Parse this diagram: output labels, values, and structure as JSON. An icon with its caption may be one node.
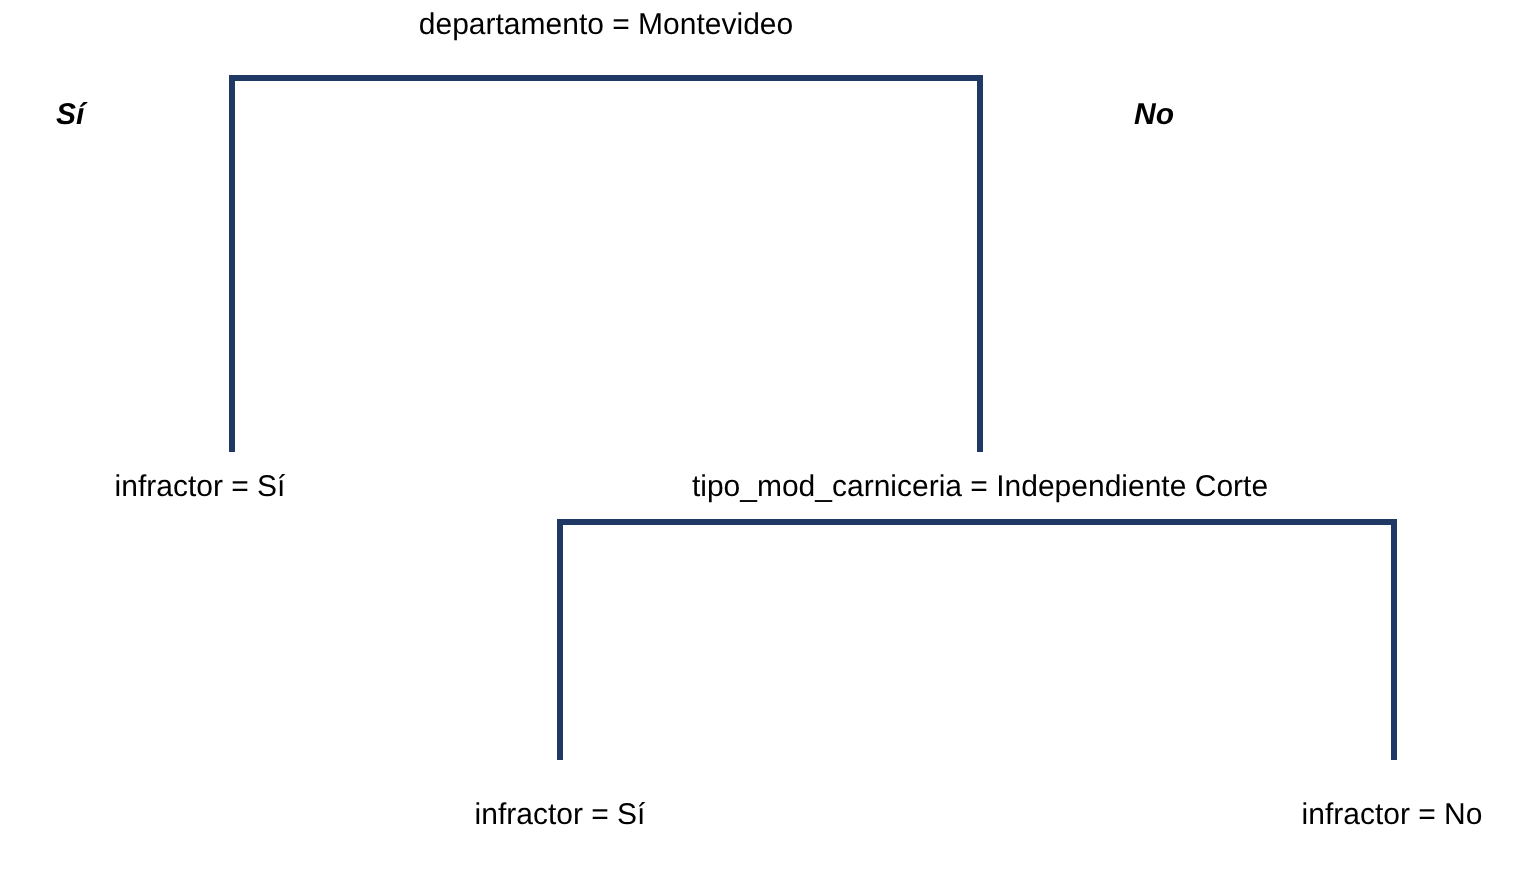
{
  "diagram": {
    "nodes": [
      {
        "text": [
          "departamento = Montevideo"
        ]
      },
      {
        "text": [
          "infractor = Sí"
        ]
      },
      {
        "text": [
          "tipo_mod_carniceria = Independiente Corte"
        ]
      },
      {
        "text": [
          "infractor = Sí"
        ]
      },
      {
        "text": [
          "infractor = No"
        ]
      }
    ],
    "edges": [
      {
        "from": 0,
        "to": 1,
        "arrow": "none"
      },
      {
        "from": 0,
        "to": 2,
        "arrow": "none"
      },
      {
        "from": 2,
        "to": 3,
        "arrow": "none"
      },
      {
        "from": 2,
        "to": 4,
        "arrow": "none"
      }
    ],
    "labels": [
      "Sí",
      "No"
    ]
  }
}
